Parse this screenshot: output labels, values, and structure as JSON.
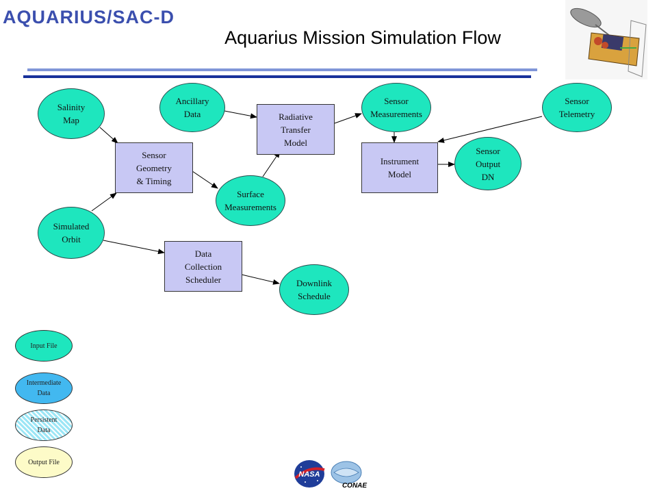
{
  "header": {
    "logo_text": "AQUARIUS/SAC-D",
    "title": "Aquarius Mission Simulation Flow"
  },
  "nodes": {
    "salinity_map": "Salinity\nMap",
    "ancillary_data": "Ancillary\nData",
    "radiative_transfer_model": "Radiative\nTransfer\nModel",
    "sensor_measurements": "Sensor\nMeasurements",
    "sensor_telemetry": "Sensor\nTelemetry",
    "sensor_geometry_timing": "Sensor\nGeometry\n& Timing",
    "surface_measurements": "Surface\nMeasurements",
    "instrument_model": "Instrument\nModel",
    "sensor_output_dn": "Sensor\nOutput\nDN",
    "simulated_orbit": "Simulated\nOrbit",
    "data_collection_scheduler": "Data\nCollection\nScheduler",
    "downlink_schedule": "Downlink\nSchedule"
  },
  "legend": {
    "input_file": "Input File",
    "intermediate_data": "Intermediate\nData",
    "persistent_data": "Persistent\nData",
    "output_file": "Output File"
  },
  "footer": {
    "nasa_logo_text": "NASA",
    "conae_logo_text": "CONAE"
  },
  "colors": {
    "input_file": "#1ee6be",
    "intermediate_data": "#42b8f0",
    "persistent_data": "#9ce6f5",
    "output_file": "#fdfbc8",
    "process_box": "#c8c8f4",
    "title_rule_light": "#7f95d8",
    "title_rule_dark": "#17309a"
  },
  "icons": [
    "satellite-illustration",
    "nasa-logo",
    "conae-logo"
  ]
}
